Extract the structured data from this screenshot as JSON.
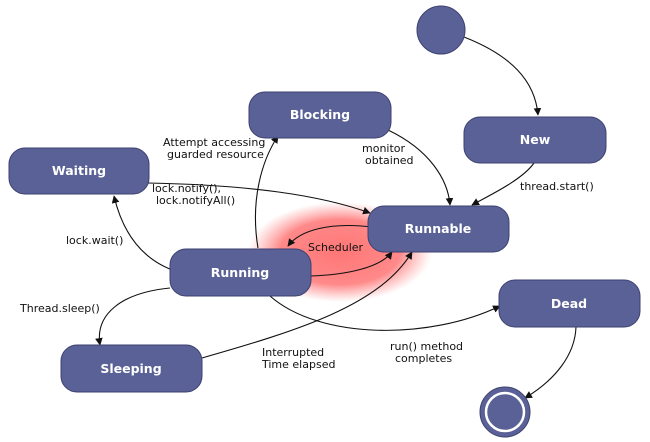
{
  "diagram": {
    "colors": {
      "node_fill": "#5a6196",
      "node_stroke": "#3c4170",
      "scheduler_glow": "#ff6f6f",
      "edge": "#111111"
    },
    "states": {
      "blocking": "Blocking",
      "waiting": "Waiting",
      "new": "New",
      "runnable": "Runnable",
      "running": "Running",
      "dead": "Dead",
      "sleeping": "Sleeping"
    },
    "scheduler_label": "Scheduler",
    "edge_labels": {
      "attempt_line1": "Attempt accessing",
      "attempt_line2": "guarded resource",
      "monitor_line1": "monitor",
      "monitor_line2": "obtained",
      "notify_line1": "lock.notify(),",
      "notify_line2": "lock.notifyAll()",
      "thread_start": "thread.start()",
      "lock_wait": "lock.wait()",
      "thread_sleep": "Thread.sleep()",
      "interrupted_line1": "Interrupted",
      "interrupted_line2": "Time elapsed",
      "run_line1": "run() method",
      "run_line2": "completes"
    },
    "pseudostates": {
      "initial": "initial-state",
      "final": "final-state"
    }
  }
}
